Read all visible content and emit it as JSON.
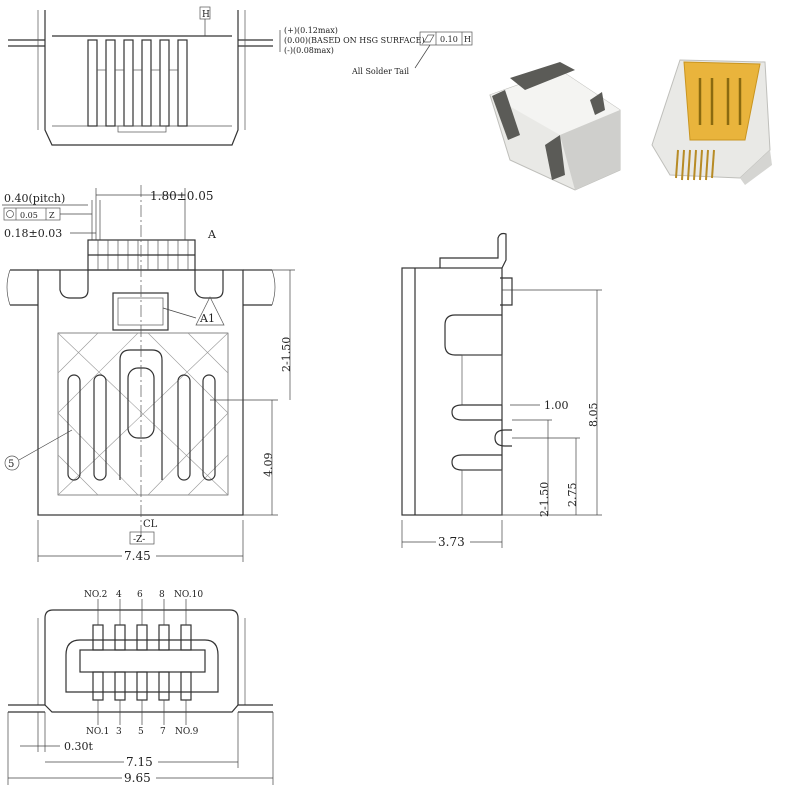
{
  "top_view": {
    "datum_h": "H",
    "tol_plus": "(+)(0.12max)",
    "tol_zero": "(0.00)(BASED ON HSG SURFACE)",
    "tol_minus": "(-)(0.08max)",
    "flatness_value": "0.10",
    "flatness_datum": "H",
    "solder_tail_note": "All Solder Tail"
  },
  "front_view": {
    "pitch": "0.40(pitch)",
    "position_tol_value": "0.05",
    "position_tol_datum": "Z",
    "pin_width": "0.18±0.03",
    "pin_span": "1.80±0.05",
    "marker_a": "A",
    "marker_a1": "A1",
    "dim_2_150": "2-1.50",
    "dim_409": "4.09",
    "callout_5": "5",
    "centerline": "CL",
    "datum_z": "-Z-",
    "width": "7.45"
  },
  "side_view": {
    "height": "8.05",
    "dim_100": "1.00",
    "dim_2_150": "2-1.50",
    "dim_275": "2.75",
    "depth": "3.73"
  },
  "bottom_view": {
    "top_pins": [
      "NO.2",
      "4",
      "6",
      "8",
      "NO.10"
    ],
    "bottom_pins": [
      "NO.1",
      "3",
      "5",
      "7",
      "NO.9"
    ],
    "thickness": "0.30t",
    "inner_width": "7.15",
    "overall_width": "9.65"
  },
  "photos": [
    {
      "name": "connector-photo-angled",
      "colors": {
        "body": "#e9e9e6",
        "dark": "#5b5b57"
      }
    },
    {
      "name": "connector-photo-gold",
      "colors": {
        "body": "#e9e9e6",
        "gold": "#e9b43c"
      }
    }
  ]
}
